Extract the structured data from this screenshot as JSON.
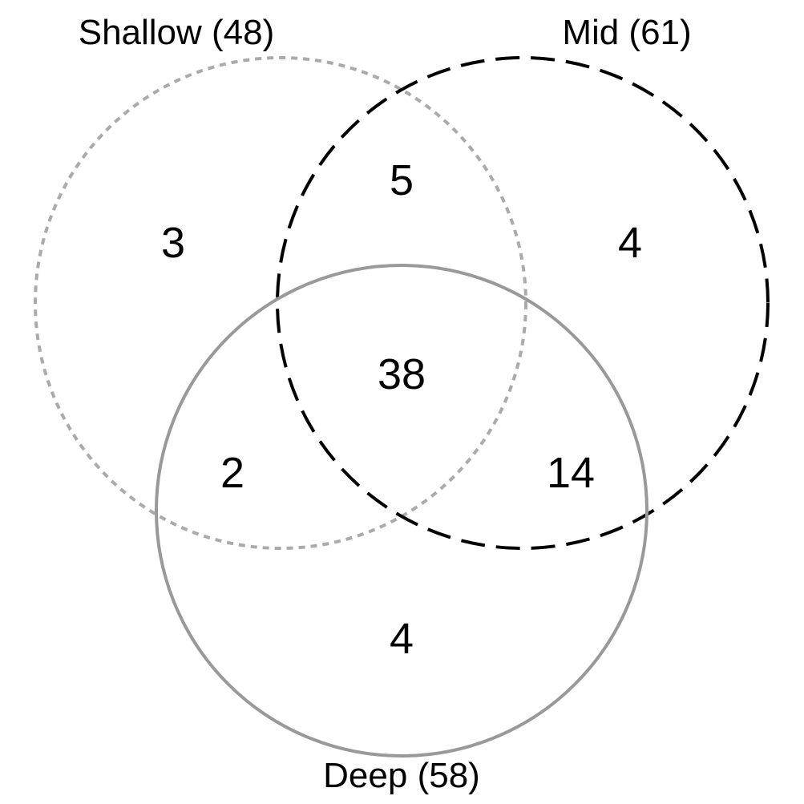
{
  "diagram": {
    "type": "venn3",
    "sets": [
      {
        "id": "shallow",
        "label": "Shallow (48)",
        "stroke": "#aaaaaa",
        "style": "dotted"
      },
      {
        "id": "mid",
        "label": "Mid (61)",
        "stroke": "#000000",
        "style": "dashed"
      },
      {
        "id": "deep",
        "label": "Deep (58)",
        "stroke": "#999999",
        "style": "solid"
      }
    ],
    "regions": {
      "shallow_only": "3",
      "shallow_mid": "5",
      "mid_only": "4",
      "all_three": "38",
      "shallow_deep": "2",
      "mid_deep": "14",
      "deep_only": "4"
    }
  }
}
